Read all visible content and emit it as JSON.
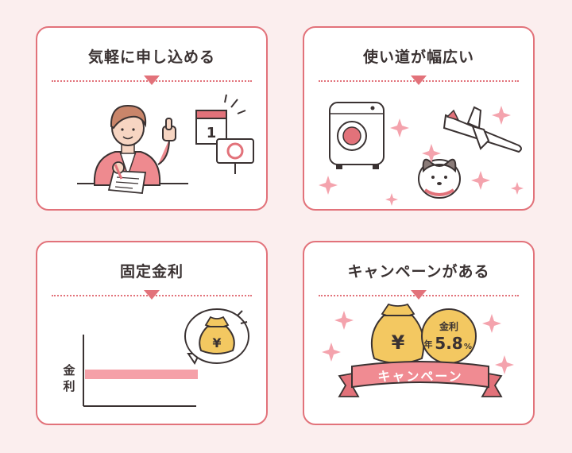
{
  "cards": [
    {
      "title": "気軽に申し込める",
      "calendar_day": "1"
    },
    {
      "title": "使い道が幅広い"
    },
    {
      "title": "固定金利",
      "axis_label_top": "金",
      "axis_label_bottom": "利",
      "yen": "¥"
    },
    {
      "title": "キャンペーンがある",
      "yen": "¥",
      "badge_top": "金利",
      "badge_prefix": "年",
      "badge_rate": "5.8",
      "badge_unit": "%",
      "ribbon": "キャンペーン"
    }
  ],
  "colors": {
    "accent": "#e2727a",
    "background": "#fbeeee",
    "sparkle": "#f4a3ad",
    "gold": "#f3c861",
    "bar": "#f5a0a8"
  }
}
